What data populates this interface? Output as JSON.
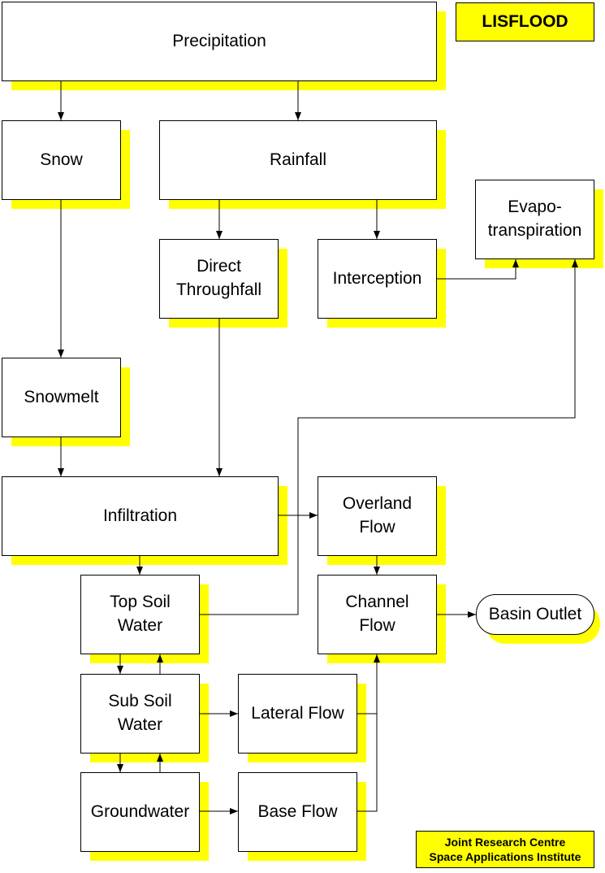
{
  "title": "LISFLOOD",
  "credit": "Joint Research Centre\nSpace Applications Institute",
  "colors": {
    "shadow": "#ffff00",
    "box": "#ffffff",
    "line": "#000000"
  },
  "nodes": {
    "precipitation": "Precipitation",
    "snow": "Snow",
    "rainfall": "Rainfall",
    "evapotranspiration": "Evapo-\ntranspiration",
    "direct_throughfall": "Direct\nThroughfall",
    "interception": "Interception",
    "snowmelt": "Snowmelt",
    "infiltration": "Infiltration",
    "overland_flow": "Overland\nFlow",
    "top_soil_water": "Top Soil\nWater",
    "channel_flow": "Channel\nFlow",
    "basin_outlet": "Basin Outlet",
    "sub_soil_water": "Sub Soil\nWater",
    "lateral_flow": "Lateral Flow",
    "groundwater": "Groundwater",
    "base_flow": "Base Flow"
  },
  "edges": [
    [
      "precipitation",
      "snow"
    ],
    [
      "precipitation",
      "rainfall"
    ],
    [
      "snow",
      "snowmelt"
    ],
    [
      "rainfall",
      "direct_throughfall"
    ],
    [
      "rainfall",
      "interception"
    ],
    [
      "interception",
      "evapotranspiration"
    ],
    [
      "top_soil_water",
      "evapotranspiration"
    ],
    [
      "direct_throughfall",
      "infiltration"
    ],
    [
      "snowmelt",
      "infiltration"
    ],
    [
      "infiltration",
      "overland_flow"
    ],
    [
      "infiltration",
      "top_soil_water"
    ],
    [
      "overland_flow",
      "channel_flow"
    ],
    [
      "channel_flow",
      "basin_outlet"
    ],
    [
      "top_soil_water",
      "sub_soil_water"
    ],
    [
      "sub_soil_water",
      "top_soil_water"
    ],
    [
      "sub_soil_water",
      "lateral_flow"
    ],
    [
      "sub_soil_water",
      "groundwater"
    ],
    [
      "groundwater",
      "sub_soil_water"
    ],
    [
      "groundwater",
      "base_flow"
    ],
    [
      "lateral_flow",
      "channel_flow"
    ],
    [
      "base_flow",
      "channel_flow"
    ]
  ]
}
